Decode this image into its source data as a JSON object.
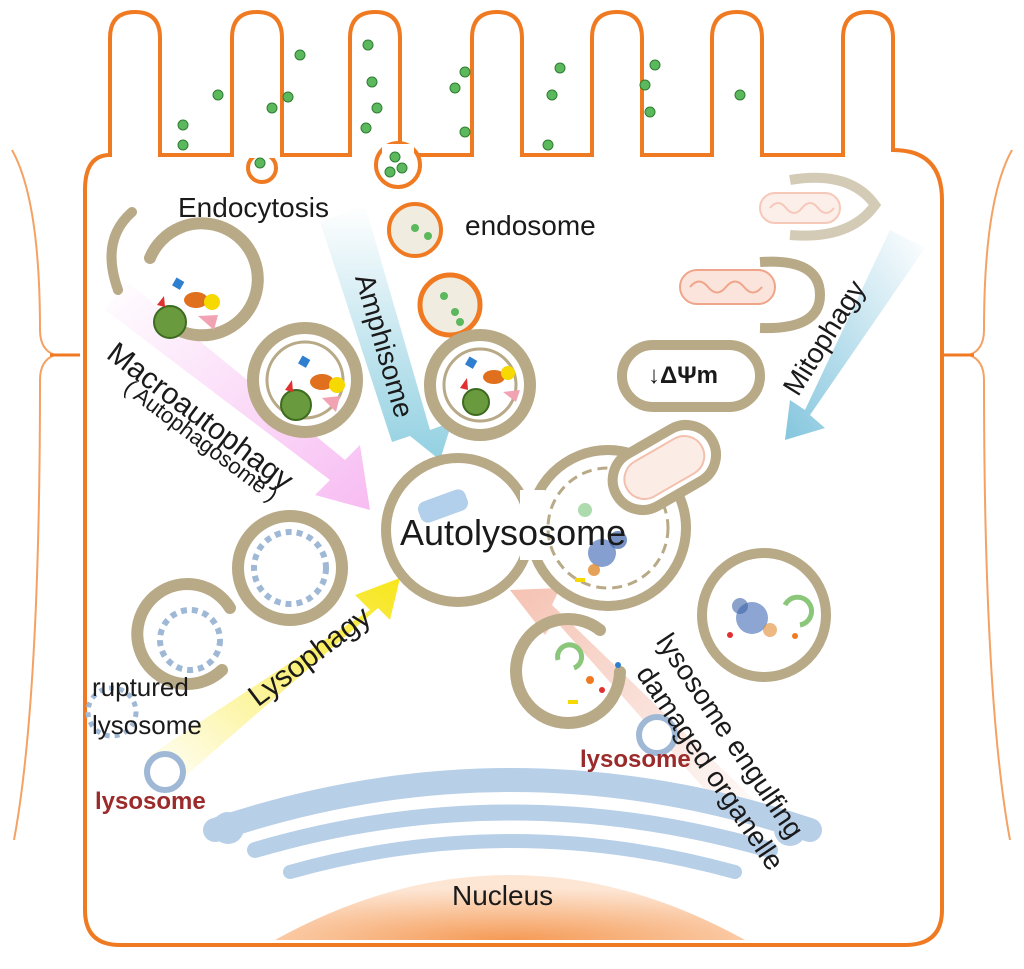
{
  "labels": {
    "endocytosis": "Endocytosis",
    "endosome": "endosome",
    "amphisome": "Amphisome",
    "mitophagy": "Mitophagy",
    "delta_psi": "↓ΔΨm",
    "macroautophagy": "Macroautophagy",
    "autophagosome": "( Autophagosome )",
    "autolysosome": "Autolysosome",
    "lysophagy": "Lysophagy",
    "ruptured_lysosome_1": "ruptured",
    "ruptured_lysosome_2": "lysosome",
    "lysosome_left": "lysosome",
    "lysosome_right": "lysosome",
    "engulfing_1": "lysosome engulfing",
    "engulfing_2": "damaged organelle",
    "nucleus": "Nucleus"
  },
  "colors": {
    "membrane": "#f07a22",
    "vesicle": "#b8a987",
    "lysosome": "#9fb8d6",
    "cargo_green": "#5cb85c",
    "nucleus": "#fbd9be",
    "er": "#b8cfe8",
    "label_red": "#9b2b2b"
  }
}
